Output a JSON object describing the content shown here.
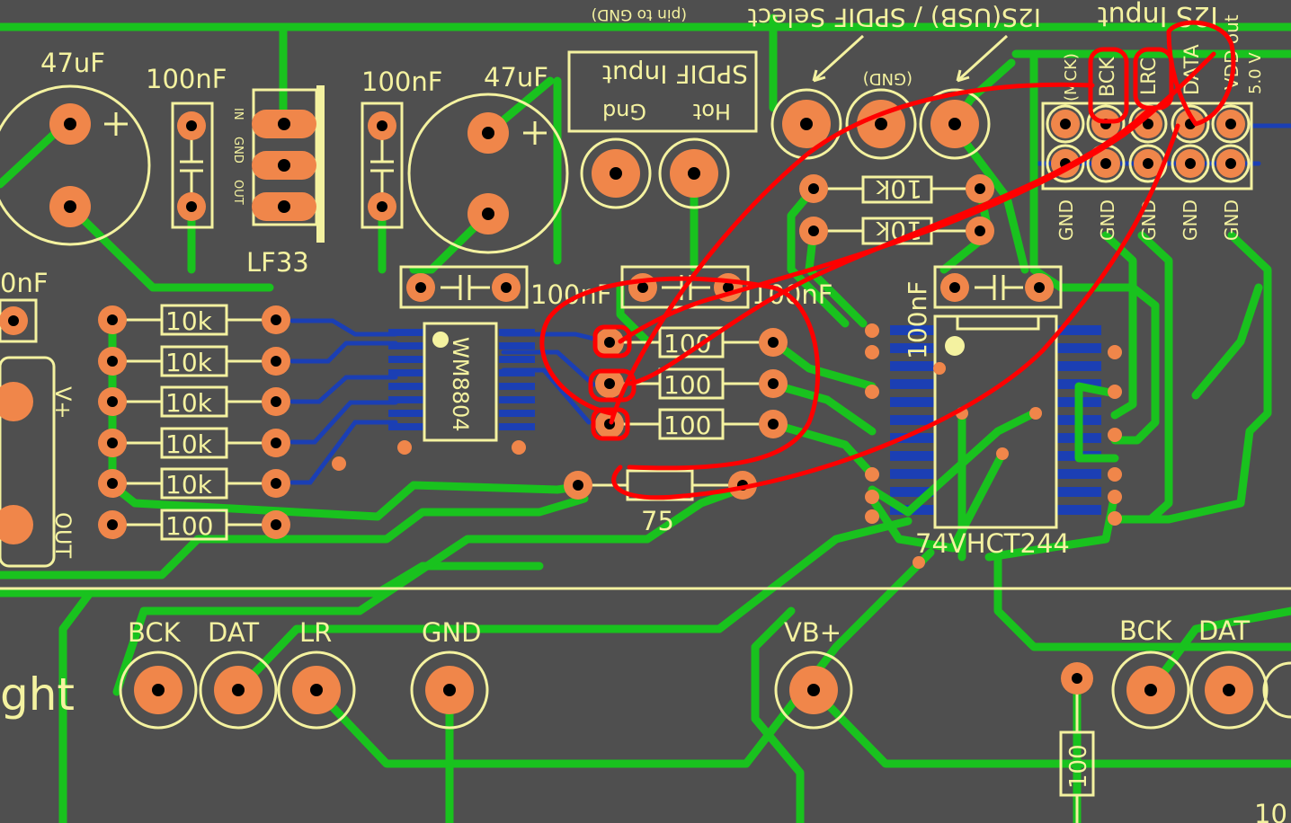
{
  "title": "I2S Input",
  "header_note": "I2S(USB) / SPDIF Select",
  "header_small": "(pin to GND)",
  "colors": {
    "board": "#4f4f4f",
    "top_trace": "#19c21e",
    "bottom_trace": "#1b3fb4",
    "pad": "#f0864a",
    "silk": "#f4f2a0",
    "annotation": "#ff0000"
  },
  "labels": {
    "cap_47uf_1": "47uF",
    "cap_100nf_1": "100nF",
    "reg_name": "LF33",
    "reg_in": "IN",
    "reg_gnd": "GND",
    "reg_out": "OUT",
    "cap_100nf_2": "100nF",
    "cap_47uf_2": "47uF",
    "spdif_title": "SPDIF Input",
    "spdif_gnd": "Gnd",
    "spdif_hot": "Hot",
    "sel_gnd": "(GND)",
    "hdr_mck": "(MCK)",
    "hdr_bck": "BCK",
    "hdr_lrc": "LRC",
    "hdr_data": "DATA",
    "hdr_vdd": "VDD out",
    "hdr_5v": "5.0 V",
    "gnd": "GND",
    "res_10k": "10k",
    "res_100": "100",
    "res_75": "75",
    "partial_nf": "0nF",
    "vplus": "V+",
    "out": "OUT",
    "wm8804": "WM8804",
    "cap_100nf_3": "100nF",
    "cap_100nf_4": "100nF",
    "cap_100nf_5": "100nF",
    "buffer": "74VHCT244",
    "bus_bck": "BCK",
    "bus_dat": "DAT",
    "bus_lr": "LR",
    "bus_gnd": "GND",
    "vb": "VB+",
    "right_bck": "BCK",
    "right_dat": "DAT",
    "partial_ght": "ght",
    "partial_10": "10"
  }
}
